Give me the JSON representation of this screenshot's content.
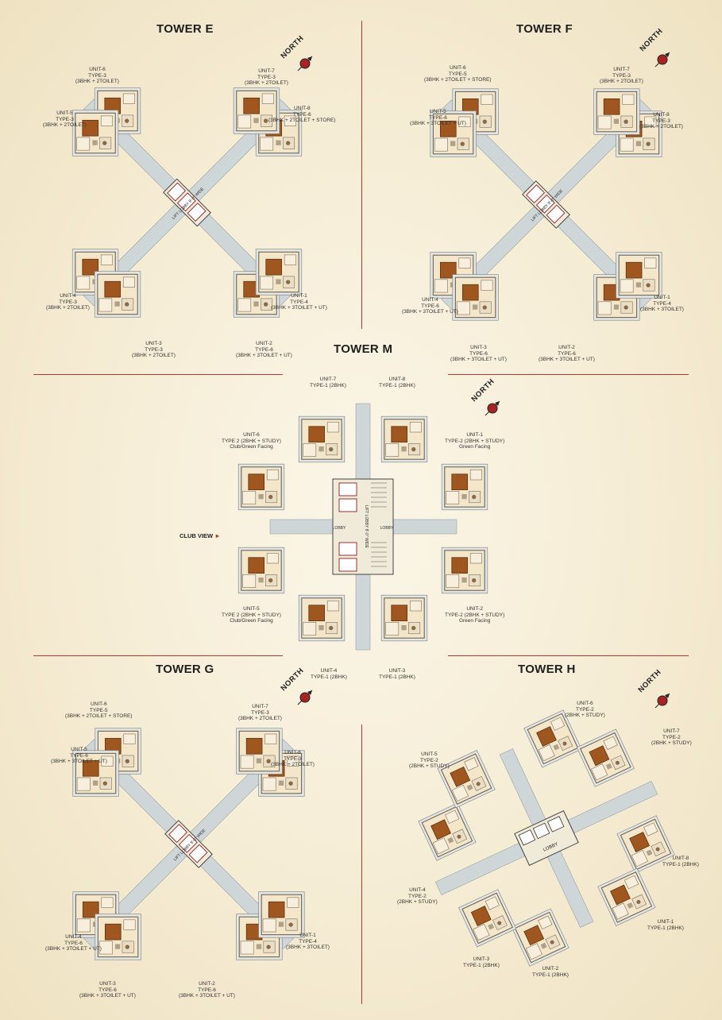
{
  "towers": {
    "E": {
      "title": "TOWER E",
      "lobby": "LIFT LOBBY 8'-0\" WIDE",
      "units": [
        [
          "UNIT-6",
          "TYPE-3",
          "(3BHK + 2TOILET)"
        ],
        [
          "UNIT-7",
          "TYPE-3",
          "(3BHK + 2TOILET)"
        ],
        [
          "UNIT-5",
          "TYPE-3",
          "(3BHK + 2TOILET)"
        ],
        [
          "UNIT-8",
          "TYPE-6",
          "(3BHK + 2TOILET + STORE)"
        ],
        [
          "UNIT-4",
          "TYPE-3",
          "(3BHK + 2TOILET)"
        ],
        [
          "UNIT-1",
          "TYPE-4",
          "(3BHK + 3TOILET + UT)"
        ],
        [
          "UNIT-3",
          "TYPE-3",
          "(3BHK + 2TOILET)"
        ],
        [
          "UNIT-2",
          "TYPE-6",
          "(3BHK + 3TOILET + UT)"
        ]
      ]
    },
    "F": {
      "title": "TOWER F",
      "lobby": "LIFT LOBBY 8'-0\" WIDE",
      "units": [
        [
          "UNIT-6",
          "TYPE-5",
          "(3BHK + 2TOILET + STORE)"
        ],
        [
          "UNIT-7",
          "TYPE-3",
          "(3BHK + 2TOILET)"
        ],
        [
          "UNIT-5",
          "TYPE-6",
          "(3BHK + 3TOILET + UT)"
        ],
        [
          "UNIT-8",
          "TYPE-3",
          "(3BHK + 2TOILET)"
        ],
        [
          "UNIT-4",
          "TYPE-6",
          "(3BHK + 3TOILET + UT)"
        ],
        [
          "UNIT-1",
          "TYPE-4",
          "(3BHK + 3TOILET)"
        ],
        [
          "UNIT-3",
          "TYPE-6",
          "(3BHK + 3TOILET + UT)"
        ],
        [
          "UNIT-2",
          "TYPE-6",
          "(3BHK + 3TOILET + UT)"
        ]
      ]
    },
    "M": {
      "title": "TOWER M",
      "club_view": "CLUB VIEW",
      "lobby": "LIFT LOBBY 8'-0\" WIDE",
      "lobby_word": "LOBBY",
      "units": [
        [
          "UNIT-7",
          "TYPE-1 (2BHK)"
        ],
        [
          "UNIT-8",
          "TYPE-1 (2BHK)"
        ],
        [
          "UNIT-6",
          "TYPE 2 (2BHK + STUDY)",
          "Club/Green Facing"
        ],
        [
          "UNIT-1",
          "TYPE-2 (2BHK + STUDY)",
          "Green Facing"
        ],
        [
          "UNIT-5",
          "TYPE 2 (2BHK + STUDY)",
          "Club/Green Facing"
        ],
        [
          "UNIT-2",
          "TYPE-2 (2BHK + STUDY)",
          "Green Facing"
        ],
        [
          "UNIT-4",
          "TYPE-1 (2BHK)"
        ],
        [
          "UNIT-3",
          "TYPE-1 (2BHK)"
        ]
      ]
    },
    "G": {
      "title": "TOWER G",
      "lobby": "LIFT LOBBY 8'-0\" WIDE",
      "units": [
        [
          "UNIT-6",
          "TYPE-5",
          "(3BHK + 2TOILET + STORE)"
        ],
        [
          "UNIT-7",
          "TYPE-3",
          "(3BHK + 2TOILET)"
        ],
        [
          "UNIT-5",
          "TYPE-6",
          "(3BHK + 3TOILET + UT)"
        ],
        [
          "UNIT-8",
          "TYPE-3",
          "(3BHK + 2TOILET)"
        ],
        [
          "UNIT-4",
          "TYPE-6",
          "(3BHK + 3TOILET + UT)"
        ],
        [
          "UNIT-1",
          "TYPE-4",
          "(3BHK + 3TOILET)"
        ],
        [
          "UNIT-3",
          "TYPE-6",
          "(3BHK + 3TOILET + UT)"
        ],
        [
          "UNIT-2",
          "TYPE-6",
          "(3BHK + 3TOILET + UT)"
        ]
      ]
    },
    "H": {
      "title": "TOWER H",
      "lobby": "LIFT LOBBY",
      "lobby_word": "LOBBY",
      "units": [
        [
          "UNIT-6",
          "TYPE-2",
          "(2BHK + STUDY)"
        ],
        [
          "UNIT-7",
          "TYPE-2",
          "(2BHK + STUDY)"
        ],
        [
          "UNIT-5",
          "TYPE-2",
          "(2BHK + STUDY)"
        ],
        [
          "UNIT-8",
          "TYPE-1 (2BHK)"
        ],
        [
          "UNIT-4",
          "TYPE-2",
          "(2BHK + STUDY)"
        ],
        [
          "UNIT-1",
          "TYPE-1 (2BHK)"
        ],
        [
          "UNIT-3",
          "TYPE-1 (2BHK)"
        ],
        [
          "UNIT-2",
          "TYPE-1 (2BHK)"
        ]
      ]
    }
  },
  "north_label": "NORTH",
  "colors": {
    "accent": "#b33a2b",
    "room": "#a0561f",
    "floor": "#f3e6c9",
    "corridor": "#cfd6d8"
  }
}
